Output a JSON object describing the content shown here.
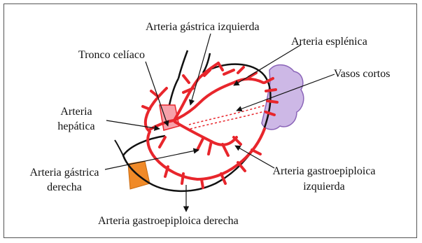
{
  "labels": {
    "arteria_gastrica_izquierda": "Arteria gástrica izquierda",
    "tronco_celiaco": "Tronco celíaco",
    "arteria_esplenica": "Arteria esplénica",
    "vasos_cortos": "Vasos cortos",
    "arteria_hepatica_1": "Arteria",
    "arteria_hepatica_2": "hepática",
    "arteria_gastrica_derecha_1": "Arteria gástrica",
    "arteria_gastrica_derecha_2": "derecha",
    "arteria_gastroepiploica_izquierda_1": "Arteria gastroepiploica",
    "arteria_gastroepiploica_izquierda_2": "izquierda",
    "arteria_gastroepiploica_derecha": "Arteria gastroepiploica derecha"
  },
  "colors": {
    "artery": "#e8262c",
    "spleen_fill": "#cdb8e6",
    "spleen_stroke": "#8a64b8",
    "duodenum": "#f08a28",
    "celiac_fill": "#f7a1aa",
    "outline": "#111111"
  }
}
